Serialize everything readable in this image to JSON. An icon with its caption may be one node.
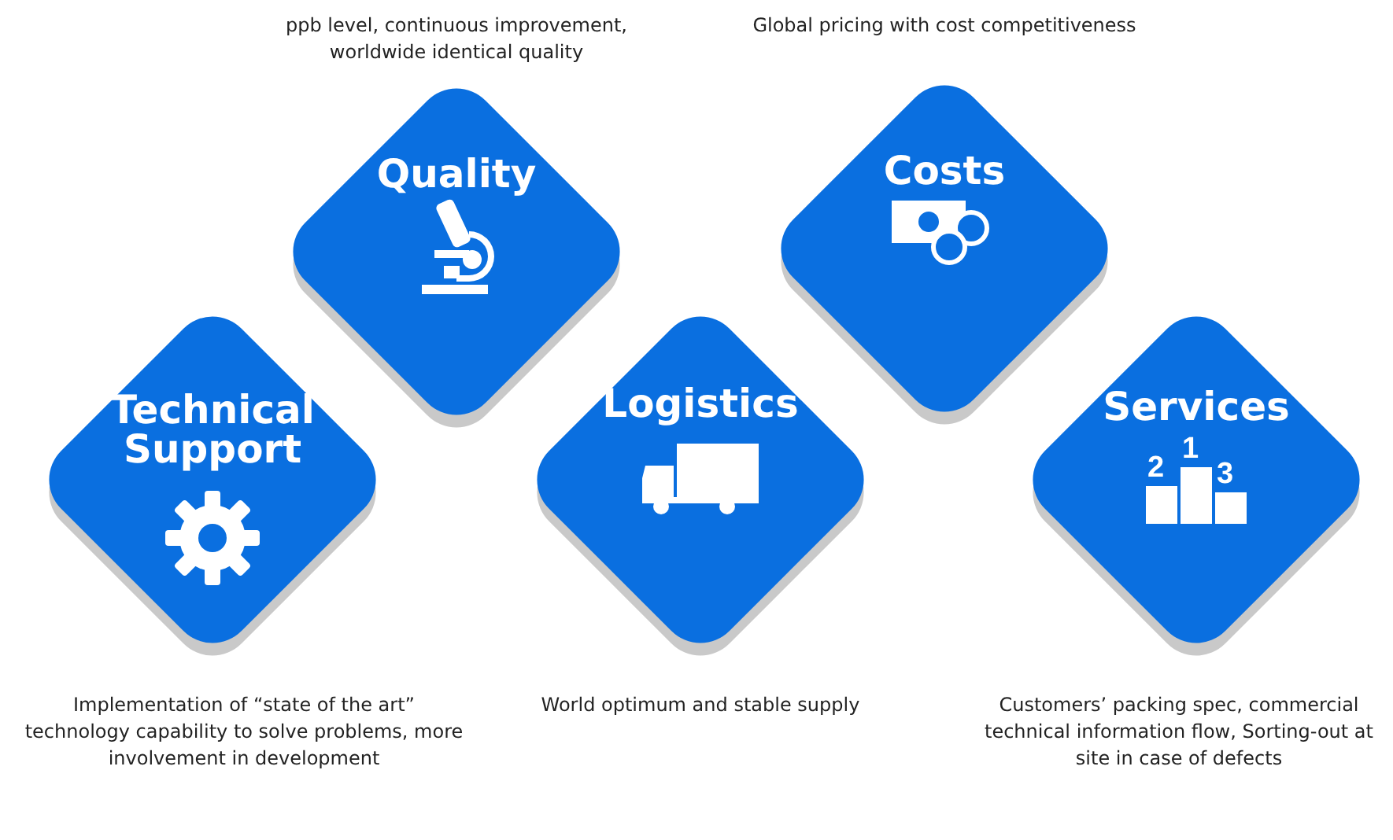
{
  "diagram": {
    "nodes": [
      {
        "text": [
          "Quality"
        ],
        "beside": [
          "ppb level, continuous improvement, worldwide identical quality"
        ]
      },
      {
        "text": [
          "Costs"
        ],
        "beside": [
          "Global pricing with cost competitiveness"
        ]
      },
      {
        "text": [
          "Technical Support"
        ],
        "beside": [
          "Implementation of “state of the art” technology capability to solve problems, more involvement in development"
        ]
      },
      {
        "text": [
          "Logistics"
        ],
        "beside": [
          "World optimum and stable supply"
        ]
      },
      {
        "text": [
          "Services"
        ],
        "beside": [
          "Customers’ packing spec, commercial technical information flow, Sorting-out at site in case of defects"
        ]
      }
    ],
    "edges": [],
    "labels": [
      "2",
      "1",
      "3"
    ]
  }
}
